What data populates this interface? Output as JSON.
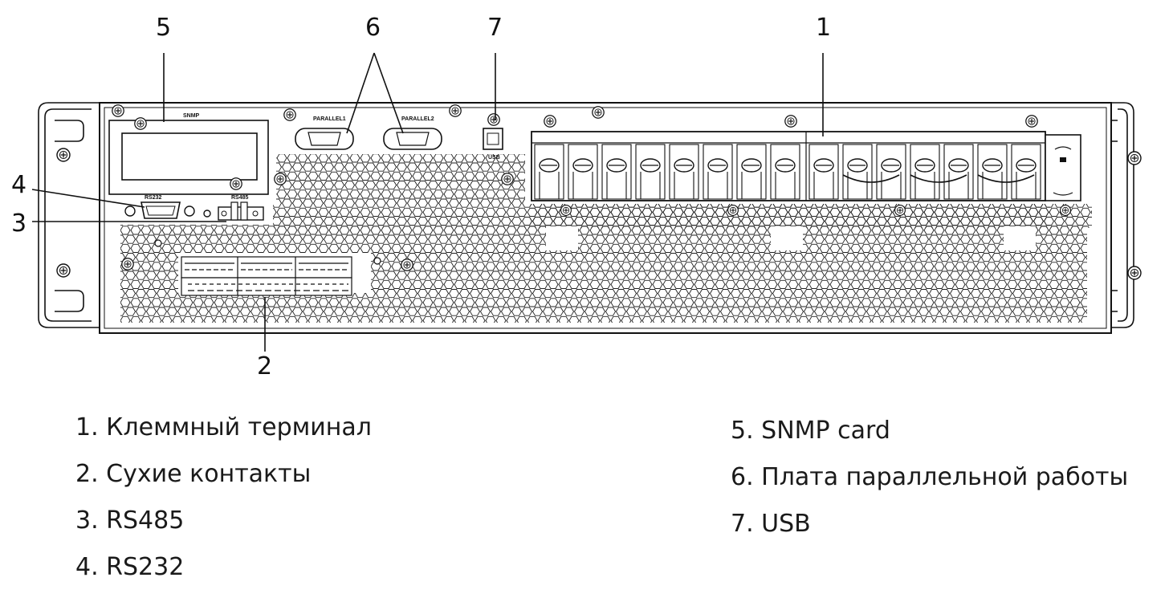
{
  "callouts": {
    "c1": "1",
    "c2": "2",
    "c3": "3",
    "c4": "4",
    "c5": "5",
    "c6": "6",
    "c7": "7"
  },
  "panel_labels": {
    "snmp": "SNMP",
    "rs232": "RS232",
    "rs485": "RS485",
    "parallel1": "PARALLEL1",
    "parallel2": "PARALLEL2",
    "usb": "USB"
  },
  "legend_left": [
    "1. Клеммный терминал",
    "2. Сухие контакты",
    "3. RS485",
    "4. RS232"
  ],
  "legend_right": [
    "5. SNMP card",
    "6. Плата параллельной работы",
    "7. USB"
  ]
}
